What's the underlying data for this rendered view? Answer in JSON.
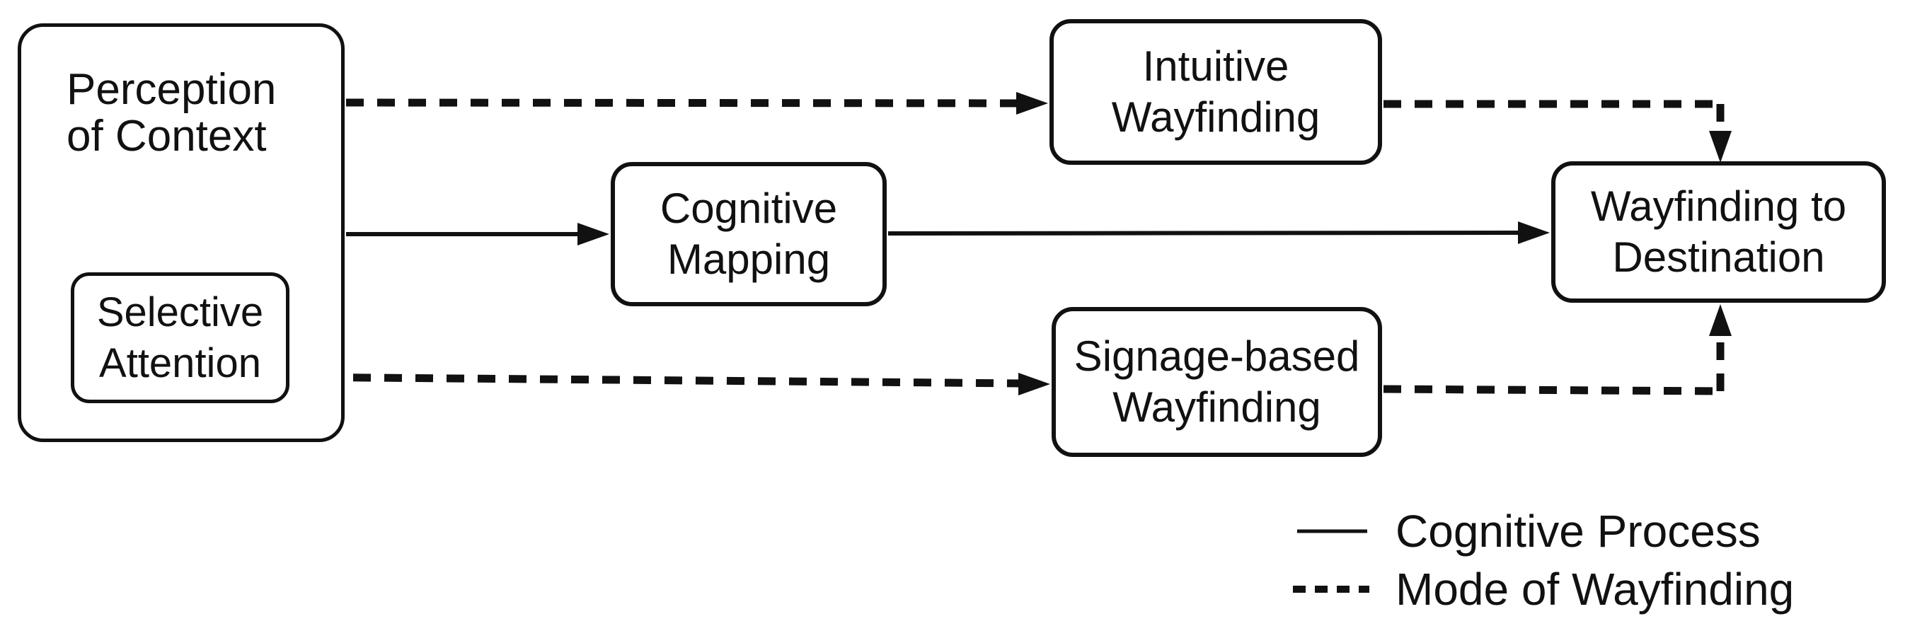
{
  "colors": {
    "stroke": "#111111",
    "background": "#ffffff"
  },
  "nodes": {
    "perception": {
      "label": "Perception\nof Context"
    },
    "selective": {
      "label": "Selective\nAttention"
    },
    "cognitive": {
      "label": "Cognitive\nMapping"
    },
    "intuitive": {
      "label": "Intuitive\nWayfinding"
    },
    "signage": {
      "label": "Signage-based\nWayfinding"
    },
    "destination": {
      "label": "Wayfinding to\nDestination"
    }
  },
  "edges": [
    {
      "from": "perception-of-context",
      "to": "intuitive-wayfinding",
      "style": "dashed"
    },
    {
      "from": "perception-of-context",
      "to": "cognitive-mapping",
      "style": "solid"
    },
    {
      "from": "selective-attention",
      "to": "signage-based-wayfinding",
      "style": "dashed"
    },
    {
      "from": "cognitive-mapping",
      "to": "wayfinding-to-destination",
      "style": "solid"
    },
    {
      "from": "intuitive-wayfinding",
      "to": "wayfinding-to-destination",
      "style": "dashed"
    },
    {
      "from": "signage-based-wayfinding",
      "to": "wayfinding-to-destination",
      "style": "dashed"
    }
  ],
  "legend": {
    "items": [
      {
        "style": "solid",
        "label": "Cognitive Process"
      },
      {
        "style": "dashed",
        "label": "Mode of Wayfinding"
      }
    ]
  }
}
